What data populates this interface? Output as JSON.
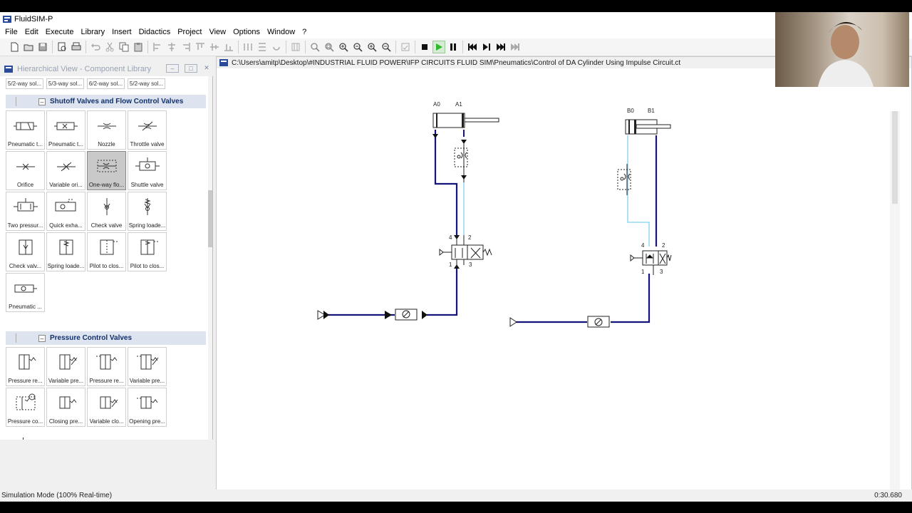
{
  "window": {
    "title": "FluidSIM-P"
  },
  "menu": [
    "File",
    "Edit",
    "Execute",
    "Library",
    "Insert",
    "Didactics",
    "Project",
    "View",
    "Options",
    "Window",
    "?"
  ],
  "library": {
    "title": "Hierarchical View - Component Library",
    "top_row": [
      "5/2-way sol...",
      "5/3-way sol...",
      "6/2-way sol...",
      "5/2-way sol..."
    ],
    "section1": {
      "title": "Shutoff Valves and Flow Control Valves",
      "items": [
        "Pneumatic t...",
        "Pneumatic t...",
        "Nozzle",
        "Throttle valve",
        "Orifice",
        "Variable ori...",
        "One-way flo...",
        "Shuttle valve",
        "Two pressur...",
        "Quick exha...",
        "Check valve",
        "Spring loade...",
        "Check valv...",
        "Spring loade...",
        "Pilot to clos...",
        "Pilot to clos...",
        "Pneumatic ..."
      ],
      "selected": "One-way flo..."
    },
    "section2": {
      "title": "Pressure Control Valves",
      "items": [
        "Pressure re...",
        "Variable pre...",
        "Pressure re...",
        "Variable pre...",
        "Pressure co...",
        "Closing pre...",
        "Variable clo...",
        "Opening pre..."
      ]
    }
  },
  "document": {
    "path": "C:\\Users\\amitp\\Desktop\\#INDUSTRIAL FLUID POWER\\IFP CIRCUITS FLUID SIM\\Pneumatics\\Control of DA Cylinder Using Impulse Circuit.ct"
  },
  "circuit": {
    "cylA_labels": [
      "A0",
      "A1"
    ],
    "cylB_labels": [
      "B0",
      "B1"
    ],
    "valveA_ports": [
      "4",
      "2",
      "1",
      "3"
    ],
    "valveB_ports": [
      "4",
      "2",
      "1",
      "3"
    ]
  },
  "status": {
    "mode": "Simulation Mode (100% Real-time)",
    "time": "0:30.680"
  },
  "colors": {
    "active_line": "#14147a",
    "signal_line": "#7fd3f0",
    "section_header": "#dde3ef"
  }
}
